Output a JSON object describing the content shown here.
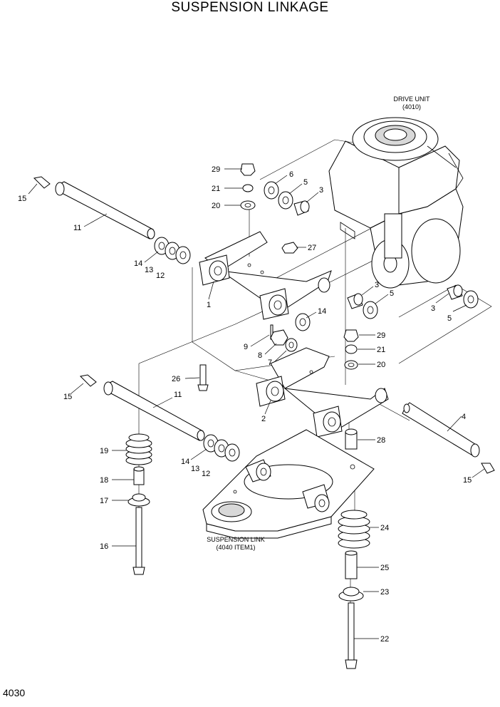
{
  "title": "SUSPENSION LINKAGE",
  "page_number": "4030",
  "notes": {
    "drive_unit": [
      "DRIVE UNIT",
      "(4010)"
    ],
    "suspension_link": [
      "SUSPENSION LINK",
      "(4040 ITEM1)"
    ]
  },
  "callouts": [
    {
      "id": "c29a",
      "label": "29"
    },
    {
      "id": "c21a",
      "label": "21"
    },
    {
      "id": "c20a",
      "label": "20"
    },
    {
      "id": "c6",
      "label": "6"
    },
    {
      "id": "c5a",
      "label": "5"
    },
    {
      "id": "c3a",
      "label": "3"
    },
    {
      "id": "c27",
      "label": "27"
    },
    {
      "id": "c15a",
      "label": "15"
    },
    {
      "id": "c11a",
      "label": "11"
    },
    {
      "id": "c14a",
      "label": "14"
    },
    {
      "id": "c13a",
      "label": "13"
    },
    {
      "id": "c12a",
      "label": "12"
    },
    {
      "id": "c1",
      "label": "1"
    },
    {
      "id": "c14b",
      "label": "14"
    },
    {
      "id": "c3b",
      "label": "3"
    },
    {
      "id": "c5b",
      "label": "5"
    },
    {
      "id": "c3c",
      "label": "3"
    },
    {
      "id": "c5c",
      "label": "5"
    },
    {
      "id": "c9",
      "label": "9"
    },
    {
      "id": "c8",
      "label": "8"
    },
    {
      "id": "c7",
      "label": "7"
    },
    {
      "id": "c29b",
      "label": "29"
    },
    {
      "id": "c21b",
      "label": "21"
    },
    {
      "id": "c20b",
      "label": "20"
    },
    {
      "id": "c26",
      "label": "26"
    },
    {
      "id": "c15b",
      "label": "15"
    },
    {
      "id": "c11b",
      "label": "11"
    },
    {
      "id": "c2",
      "label": "2"
    },
    {
      "id": "c4",
      "label": "4"
    },
    {
      "id": "c19",
      "label": "19"
    },
    {
      "id": "c28",
      "label": "28"
    },
    {
      "id": "c14c",
      "label": "14"
    },
    {
      "id": "c13b",
      "label": "13"
    },
    {
      "id": "c12b",
      "label": "12"
    },
    {
      "id": "c15c",
      "label": "15"
    },
    {
      "id": "c18",
      "label": "18"
    },
    {
      "id": "c17",
      "label": "17"
    },
    {
      "id": "c24",
      "label": "24"
    },
    {
      "id": "c16",
      "label": "16"
    },
    {
      "id": "c25",
      "label": "25"
    },
    {
      "id": "c23",
      "label": "23"
    },
    {
      "id": "c22",
      "label": "22"
    }
  ]
}
